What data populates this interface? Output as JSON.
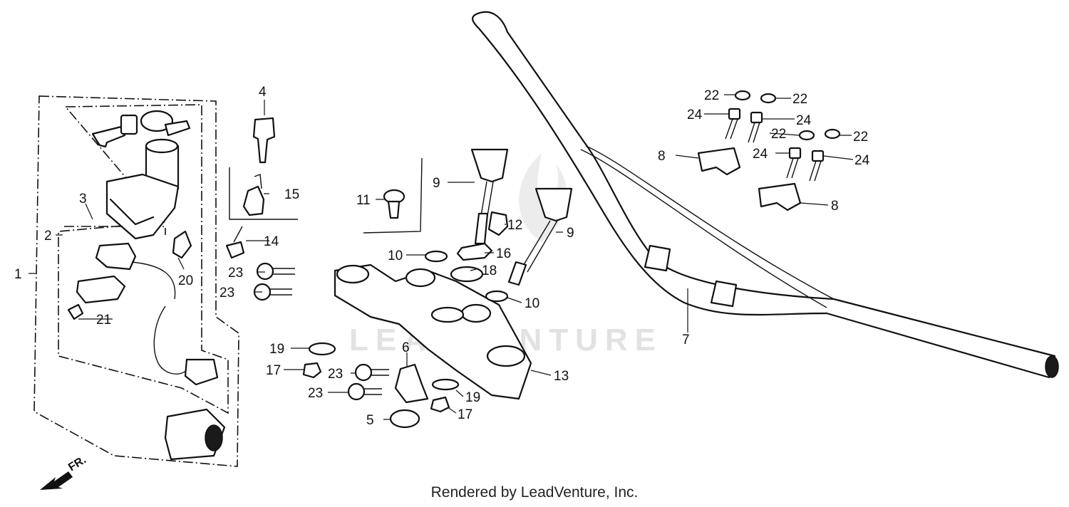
{
  "footer": {
    "credit": "Rendered by LeadVenture, Inc."
  },
  "watermark": {
    "text": "LEADVENTURE"
  },
  "direction": {
    "label": "FR.",
    "icon": "front-direction-arrow-icon"
  },
  "callouts": {
    "c1": "1",
    "c2": "2",
    "c3": "3",
    "c4": "4",
    "c5": "5",
    "c6": "6",
    "c7": "7",
    "c8a": "8",
    "c8b": "8",
    "c9a": "9",
    "c9b": "9",
    "c10a": "10",
    "c10b": "10",
    "c11": "11",
    "c12": "12",
    "c13": "13",
    "c14": "14",
    "c15": "15",
    "c16": "16",
    "c17a": "17",
    "c17b": "17",
    "c18": "18",
    "c19a": "19",
    "c19b": "19",
    "c20": "20",
    "c21": "21",
    "c22a": "22",
    "c22b": "22",
    "c22c": "22",
    "c22d": "22",
    "c23a": "23",
    "c23b": "23",
    "c23c": "23",
    "c23d": "23",
    "c24a": "24",
    "c24b": "24",
    "c24c": "24",
    "c24d": "24"
  }
}
